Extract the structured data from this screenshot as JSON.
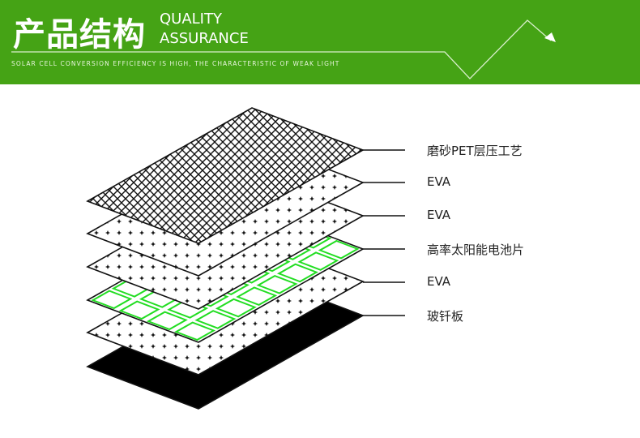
{
  "header": {
    "title_cn": "产品结构",
    "title_en_line1": "QUALITY",
    "title_en_line2": "ASSURANCE",
    "subtitle": "SOLAR CELL CONVERSION EFFICIENCY IS HIGH, THE CHARACTERISTIC OF WEAK LIGHT"
  },
  "colors": {
    "banner": "#45a315",
    "cell_outline": "#22dd22"
  },
  "layers": [
    {
      "label": "磨砂PET层压工艺",
      "pattern": "crosshatch"
    },
    {
      "label": "EVA",
      "pattern": "dots"
    },
    {
      "label": "EVA",
      "pattern": "dots"
    },
    {
      "label": "高率太阳能电池片",
      "pattern": "cells"
    },
    {
      "label": "EVA",
      "pattern": "dots"
    },
    {
      "label": "玻钎板",
      "pattern": "black"
    }
  ]
}
